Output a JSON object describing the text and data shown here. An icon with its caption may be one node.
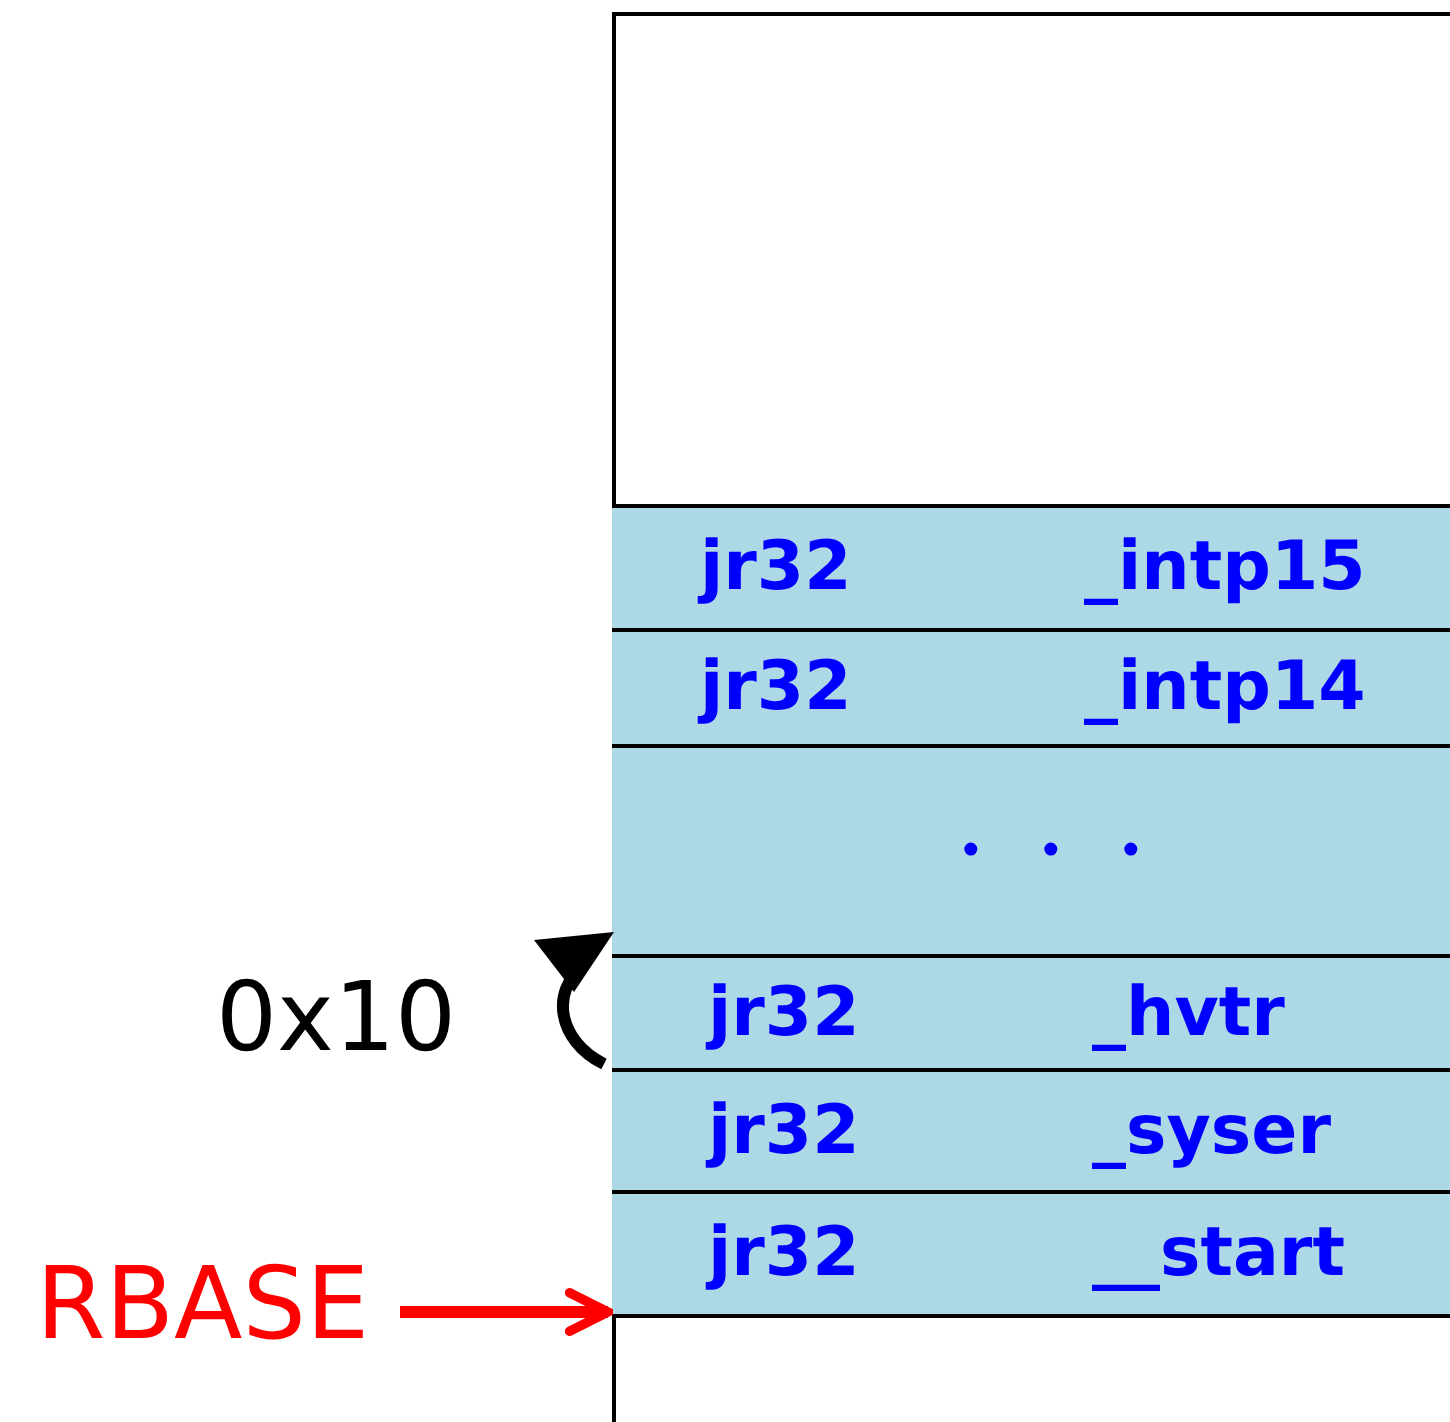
{
  "diagram": {
    "nodes": [
      {
        "text": [],
        "shape": "box"
      },
      {
        "text": [
          "jr32",
          "_intp15"
        ],
        "in": 0
      },
      {
        "text": [
          "jr32",
          "_intp14"
        ],
        "in": 0
      },
      {
        "text": [
          "・・・"
        ],
        "in": 0
      },
      {
        "text": [
          "jr32",
          "_hvtr"
        ],
        "in": 0
      },
      {
        "text": [
          "jr32",
          "_syser"
        ],
        "in": 0
      },
      {
        "text": [
          "jr32",
          "__start"
        ],
        "in": 0
      },
      {
        "text": [
          "RBASE"
        ]
      }
    ],
    "edges": [
      {
        "from": 7,
        "to": 6,
        "arrow": "to",
        "color": "#ff0000"
      }
    ],
    "labels": [
      "0x10"
    ]
  }
}
